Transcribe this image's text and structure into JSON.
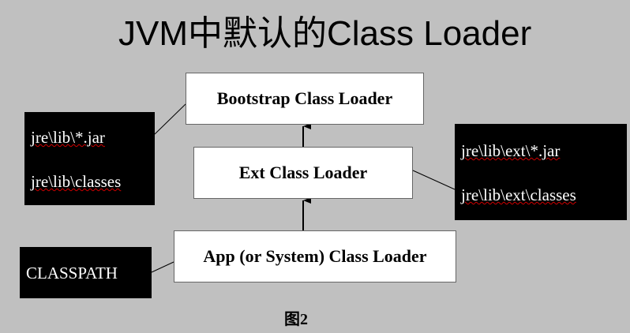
{
  "title": "JVM中默认的Class Loader",
  "nodes": {
    "bootstrap": "Bootstrap Class Loader",
    "ext": "Ext Class Loader",
    "app": "App (or System) Class Loader"
  },
  "paths": {
    "bootstrap": [
      "jre\\lib\\*.jar",
      "jre\\lib\\classes"
    ],
    "ext": [
      "jre\\lib\\ext\\*.jar",
      "jre\\lib\\ext\\classes"
    ],
    "app": [
      "CLASSPATH"
    ]
  },
  "caption": "图2",
  "colors": {
    "background": "#c0c0c0",
    "node_fill": "#ffffff",
    "path_box_fill": "#000000",
    "path_box_text": "#ffffff",
    "spell_underline": "#d00000"
  }
}
